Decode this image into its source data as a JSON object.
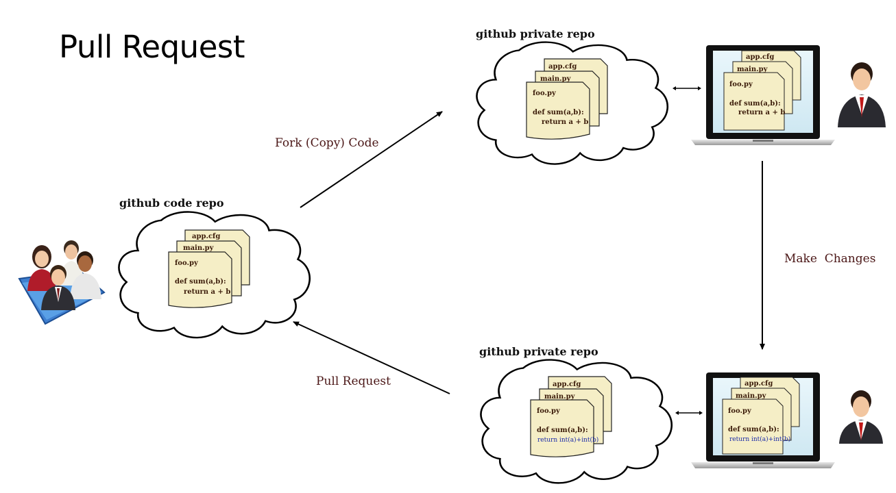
{
  "title": "Pull Request",
  "labels": {
    "code_repo": "github code repo",
    "private_repo_top": "github private repo",
    "private_repo_bottom": "github private repo",
    "fork": "Fork (Copy) Code",
    "make_changes": "Make  Changes",
    "pull_request": "Pull Request"
  },
  "files": {
    "app": "app.cfg",
    "main": "main.py",
    "foo": "foo.py",
    "def_line": "def sum(a,b):",
    "return_original": "return a + b",
    "return_modified": "return int(a)+int(b)"
  },
  "icons": {
    "team": "team-icon",
    "user": "businessman-icon",
    "laptop": "laptop-icon",
    "cloud": "cloud-icon",
    "document": "document-stack-icon"
  },
  "colors": {
    "doc_fill": "#f5eec6",
    "label_maroon": "#4a1616",
    "modified_code": "#1a2aa8"
  }
}
